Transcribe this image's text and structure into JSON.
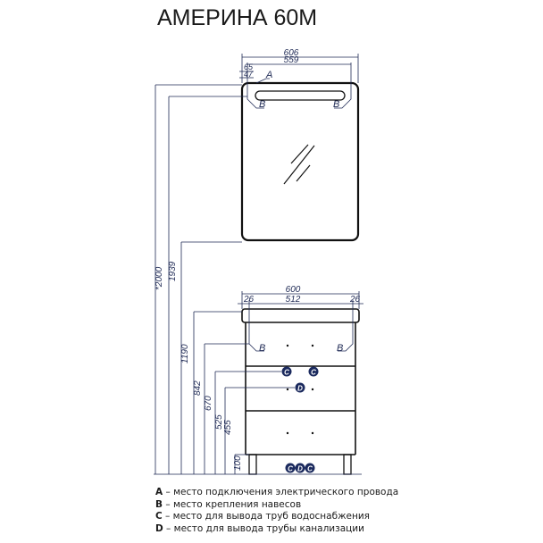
{
  "title": "АМЕРИНА 60М",
  "mirror": {
    "width_overall": "606",
    "width_inner": "559",
    "offset_top": "65",
    "offset_small": "47",
    "mount_label_a": "A",
    "mount_label_b_left": "B",
    "mount_label_b_right": "B"
  },
  "cabinet": {
    "width_overall": "600",
    "width_inner": "512",
    "margin_left": "26",
    "margin_right": "26",
    "mount_label_b_left": "B",
    "mount_label_b_right": "B",
    "pipe_c_left": "C",
    "pipe_c_right": "C",
    "pipe_d": "D",
    "bottom_c_left": "C",
    "bottom_d": "D",
    "bottom_c_right": "C"
  },
  "heights": {
    "h2000": "*2000",
    "h1939": "1939",
    "h1190": "1190",
    "h842": "842",
    "h670": "670",
    "h525": "525",
    "h455": "455",
    "h100": "100"
  },
  "legend": [
    {
      "key": "A",
      "text": " – место подключения электрического провода"
    },
    {
      "key": "B",
      "text": " – место крепления навесов"
    },
    {
      "key": "C",
      "text": " – место для вывода труб водоснабжения"
    },
    {
      "key": "D",
      "text": " – место для вывода трубы канализации"
    }
  ],
  "colors": {
    "line": "#1a1a1a",
    "dimension": "#1f2a55",
    "marker_fill": "#1b2a5e"
  }
}
